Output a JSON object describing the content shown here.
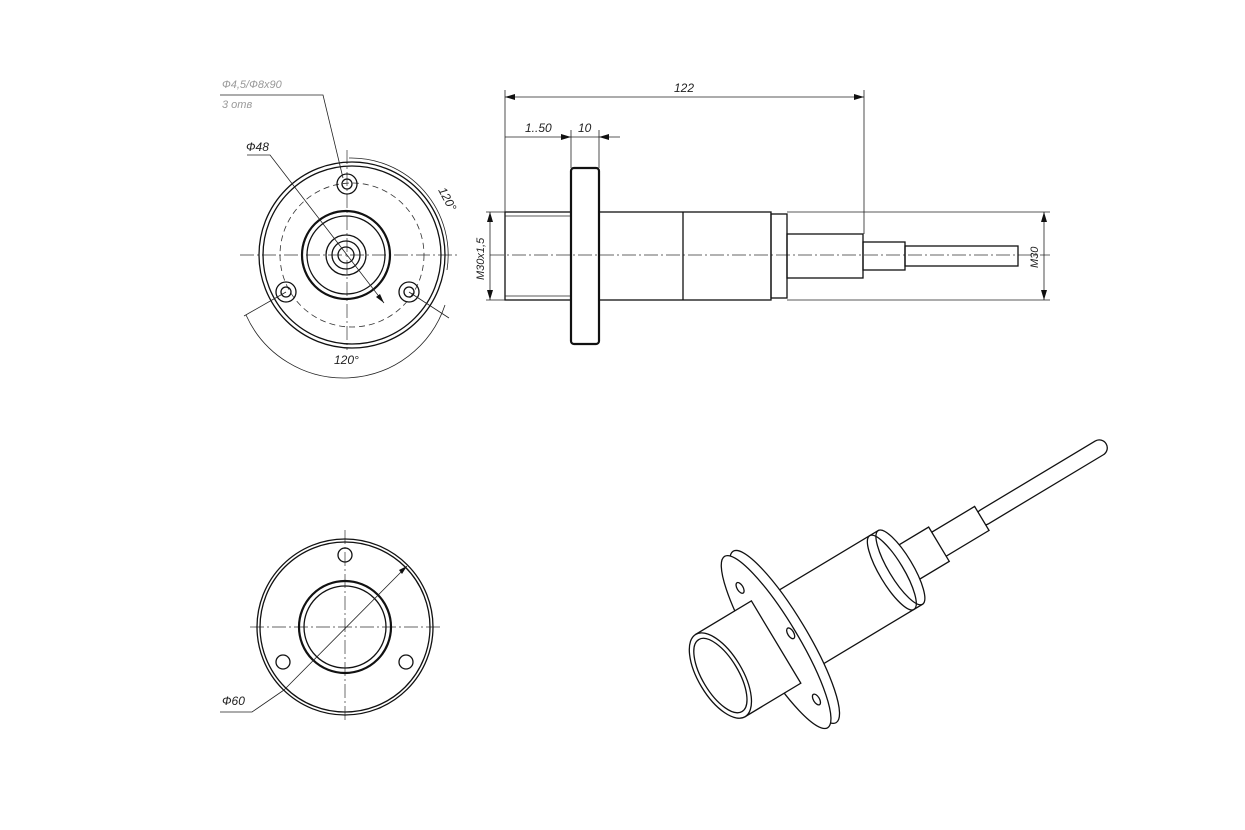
{
  "drawing": {
    "front_view": {
      "hole_note_line1": "Ф4,5/Ф8х90",
      "hole_note_line2": "3 отв",
      "diameter_label": "Ф48",
      "angle_top": "120°",
      "angle_bottom": "120°"
    },
    "side_view": {
      "length_total": "122",
      "offset": "1..50",
      "flange_width": "10",
      "thread_left": "M30х1,5",
      "thread_right": "M30"
    },
    "rear_view": {
      "diameter_label": "Ф60"
    },
    "colors": {
      "line": "#111111",
      "note": "#999999"
    }
  }
}
